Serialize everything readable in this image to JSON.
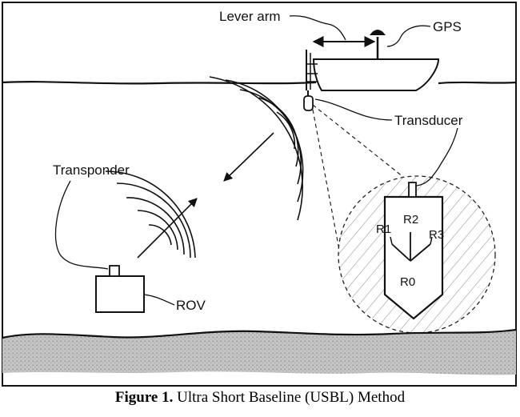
{
  "figure": {
    "labels": {
      "lever_arm": "Lever arm",
      "gps": "GPS",
      "transducer": "Transducer",
      "transponder": "Transponder",
      "rov": "ROV",
      "r0": "R0",
      "r1": "R1",
      "r2": "R2",
      "r3": "R3"
    },
    "caption": {
      "prefix": "Figure 1.",
      "text": " Ultra Short Baseline (USBL) Method"
    }
  }
}
